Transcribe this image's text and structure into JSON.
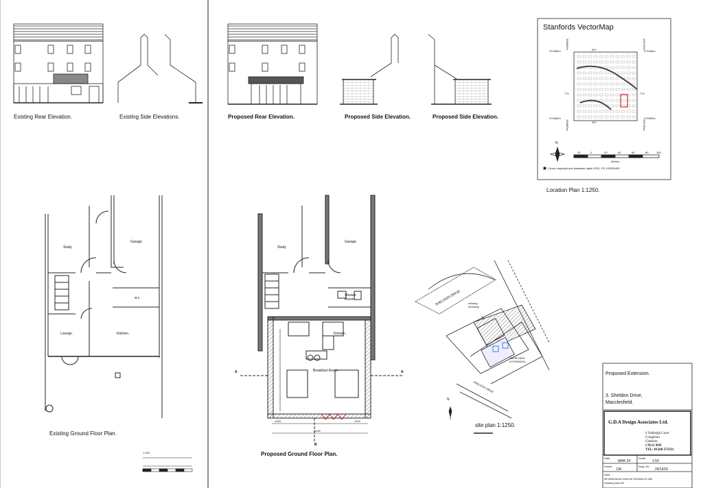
{
  "elevations": {
    "existing_rear": "Existing Rear Elevation.",
    "existing_side": "Existing Side Elevations.",
    "proposed_rear": "Proposed Rear Elevation.",
    "proposed_side_1": "Proposed Side Elevation.",
    "proposed_side_2": "Proposed Side Elevation."
  },
  "existing_plan": {
    "title": "Existing Ground Floor Plan.",
    "rooms": {
      "study": "Study",
      "garage": "Garage.",
      "wc": "w.c.",
      "kitchen": "Kitchen.",
      "lounge": "Lounge."
    },
    "scale_label": "1:100"
  },
  "proposed_plan": {
    "title": "Proposed Ground Floor Plan.",
    "rooms": {
      "study": "Study",
      "garage": "Garage.",
      "shower": "Shower Room.",
      "kitchen": "Kitchen.",
      "breakfast": "Breakfast Room."
    },
    "dims": {
      "left": "1003",
      "right": "1003",
      "total": "5182"
    },
    "section_a": "A",
    "section_b": "B"
  },
  "location": {
    "title": "Stanfords VectorMap",
    "coords": {
      "tl": "371983m",
      "tr": "371983m",
      "bl": "371883m",
      "br": "371883m",
      "t": "997",
      "b": "997",
      "l": "770",
      "r": "770",
      "rv1": "390750m",
      "rv2": "390750m",
      "lv1": "390850m",
      "lv2": "390850m"
    },
    "scale_ticks": [
      "20",
      "0",
      "20",
      "40",
      "60",
      "80",
      "100"
    ],
    "scale_unit": "Metres",
    "north": "N",
    "copyright": "Crown copyright and database rights 2020. OS 100035409",
    "caption": "Location Plan 1:1250."
  },
  "site": {
    "road": "SHELDON DRIVE",
    "driveway": "existing driveway.",
    "extension": "PROPOSED EXTENSION.",
    "plot_number": "3",
    "north": "N",
    "caption": "site plan 1:1250.",
    "bottom_road": "SHELDON DRIVE"
  },
  "title_block": {
    "project": "Proposed Extension.",
    "address_1": "3. Sheldon Drive,",
    "address_2": "Macclesfield.",
    "company": "G.D.A Design Associates Ltd.",
    "company_address": [
      "4 Oakleigh Court",
      "Congleton",
      "Cheshire",
      "CW12 4NF",
      "TEL: 01260 273331"
    ],
    "date_label": "Date.",
    "date_value": "MAR 24",
    "scale_label": "Scale.",
    "scale_value": "1:50",
    "drawn_label": "Drawn",
    "drawn_value": "DA",
    "dwg_label": "Dwg. No.",
    "dwg_value": "24/14/01",
    "note_label": "Note.",
    "note_1": "All dimensions must be checked on site.",
    "note_2": "Drawing size A3."
  }
}
